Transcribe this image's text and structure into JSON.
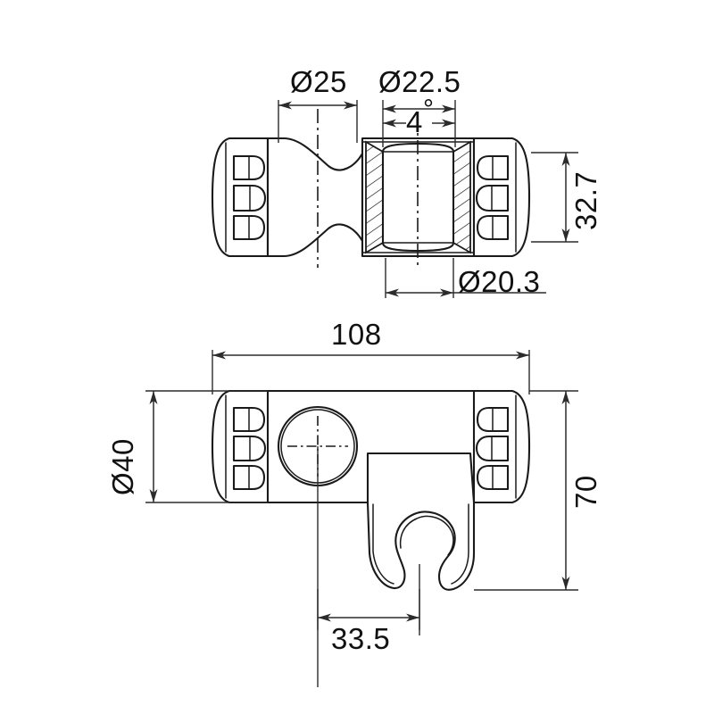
{
  "drawing": {
    "title": "Shower holder bracket technical drawing",
    "background_color": "#ffffff",
    "line_color": "#1a1a1a",
    "dimension_color": "#2b2b2b",
    "units": "mm",
    "views": [
      {
        "name": "top-section-view",
        "description": "Top view with sectioned cylindrical boss, hatched walls"
      },
      {
        "name": "front-view",
        "description": "Front view showing circular boss and handset cradle hook"
      }
    ],
    "dimensions": {
      "d25": "Ø25",
      "d22_5": "Ø22.5",
      "angle4": "4",
      "angle4_symbol": "°",
      "h32_7": "32.7",
      "d20_3": "Ø20.3",
      "len108": "108",
      "d40": "Ø40",
      "h70": "70",
      "w33_5": "33.5"
    }
  }
}
